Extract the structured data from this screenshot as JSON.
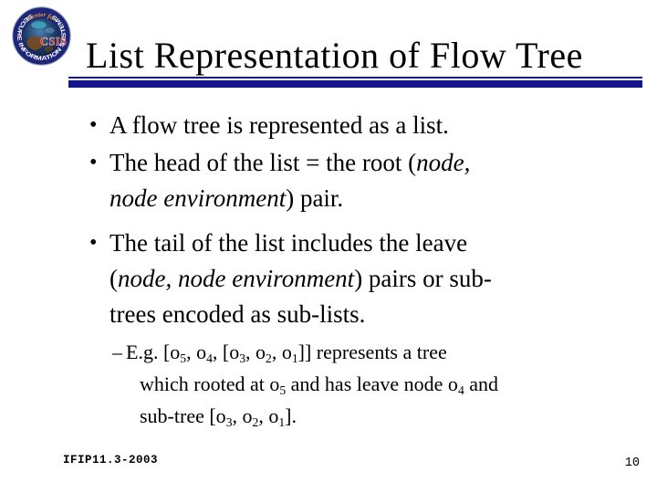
{
  "header": {
    "title": "List Representation of Flow Tree"
  },
  "logo": {
    "top_text": "Center for",
    "ring_text": "SECURE INFORMATION SYSTEMS",
    "center_text": "CSIS"
  },
  "bullets": [
    {
      "level": 1,
      "marker": "•",
      "lines": [
        [
          {
            "t": "A flow tree is represented as a list."
          }
        ]
      ]
    },
    {
      "level": 1,
      "marker": "•",
      "lines": [
        [
          {
            "t": "The head of the list = the root ("
          },
          {
            "t": "node,",
            "i": true
          }
        ],
        [
          {
            "t": "node environment",
            "i": true
          },
          {
            "t": ") pair."
          }
        ]
      ]
    },
    {
      "level": 1,
      "marker": "•",
      "lines": [
        [
          {
            "t": "The tail of the list includes the leave"
          }
        ],
        [
          {
            "t": "("
          },
          {
            "t": "node, node environment",
            "i": true
          },
          {
            "t": ") pairs or sub-"
          }
        ],
        [
          {
            "t": "trees encoded as sub-lists."
          }
        ]
      ]
    },
    {
      "level": 2,
      "marker": "–",
      "lines": [
        [
          {
            "t": "E.g. [o"
          },
          {
            "t": "5",
            "sub": true
          },
          {
            "t": ", o"
          },
          {
            "t": "4",
            "sub": true
          },
          {
            "t": ", [o"
          },
          {
            "t": "3",
            "sub": true
          },
          {
            "t": ", o"
          },
          {
            "t": "2",
            "sub": true
          },
          {
            "t": ", o"
          },
          {
            "t": "1",
            "sub": true
          },
          {
            "t": "]] represents a tree"
          }
        ],
        [
          {
            "t": "which rooted at o"
          },
          {
            "t": "5",
            "sub": true
          },
          {
            "t": " and has leave node o"
          },
          {
            "t": "4",
            "sub": true
          },
          {
            "t": " and"
          }
        ],
        [
          {
            "t": "sub-tree [o"
          },
          {
            "t": "3",
            "sub": true
          },
          {
            "t": ", o"
          },
          {
            "t": "2",
            "sub": true
          },
          {
            "t": ", o"
          },
          {
            "t": "1",
            "sub": true
          },
          {
            "t": "]."
          }
        ]
      ]
    }
  ],
  "footer": {
    "left": "IFIP11.3-2003",
    "page_number": "10"
  },
  "colors": {
    "rule_navy": "#14148c",
    "logo_ring_navy": "#1e2777",
    "logo_gold": "#e8a03a",
    "logo_red": "#cf1d1d",
    "text": "#000000",
    "background": "#ffffff"
  }
}
